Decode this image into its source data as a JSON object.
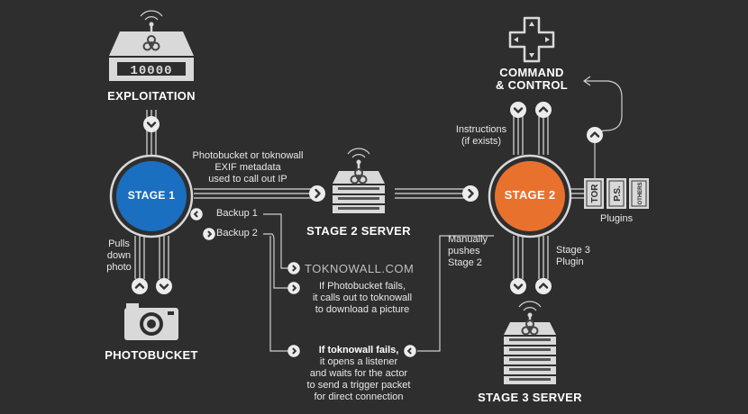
{
  "nodes": {
    "exploitation": "EXPLOITATION",
    "stage1": "STAGE 1",
    "stage2": "STAGE 2",
    "stage2_server": "STAGE 2 SERVER",
    "stage3_server": "STAGE 3 SERVER",
    "photobucket": "PHOTOBUCKET",
    "command_line1": "COMMAND",
    "command_line2": "& CONTROL",
    "toknowall": "TOKNOWALL.COM",
    "server_counter": "10000"
  },
  "labels": {
    "exif_line1": "Photobucket or toknowall",
    "exif_line2": "EXIF metadata",
    "exif_line3": "used to call out IP",
    "backup1": "Backup 1",
    "backup2": "Backup 2",
    "pulls_line1": "Pulls",
    "pulls_line2": "down",
    "pulls_line3": "photo",
    "photobucket_fail_line1": "If Photobucket fails,",
    "photobucket_fail_line2": "it calls out to toknowall",
    "photobucket_fail_line3": "to download a picture",
    "toknowall_fail_bold": "If toknowall fails,",
    "toknowall_fail_line2": "it opens a listener",
    "toknowall_fail_line3": "and waits for the actor",
    "toknowall_fail_line4": "to send a trigger packet",
    "toknowall_fail_line5": "for direct connection",
    "instructions_line1": "Instructions",
    "instructions_line2": "(if exists)",
    "manual_line1": "Manually",
    "manual_line2": "pushes",
    "manual_line3": "Stage 2",
    "stage3_line1": "Stage 3",
    "stage3_line2": "Plugin",
    "plugins": "Plugins",
    "plugin_tor": "TOR",
    "plugin_ps": "P.S.",
    "plugin_others": "OTHERS"
  },
  "colors": {
    "background": "#2e2e2e",
    "stage1": "#1a6fc1",
    "stage2": "#e8712e",
    "wire": "#bdbdbd",
    "icon": "#d9d9d9"
  },
  "icons": [
    "router-icon",
    "server-icon",
    "camera-icon",
    "dpad-icon",
    "biohazard-icon",
    "chevron-icon"
  ]
}
